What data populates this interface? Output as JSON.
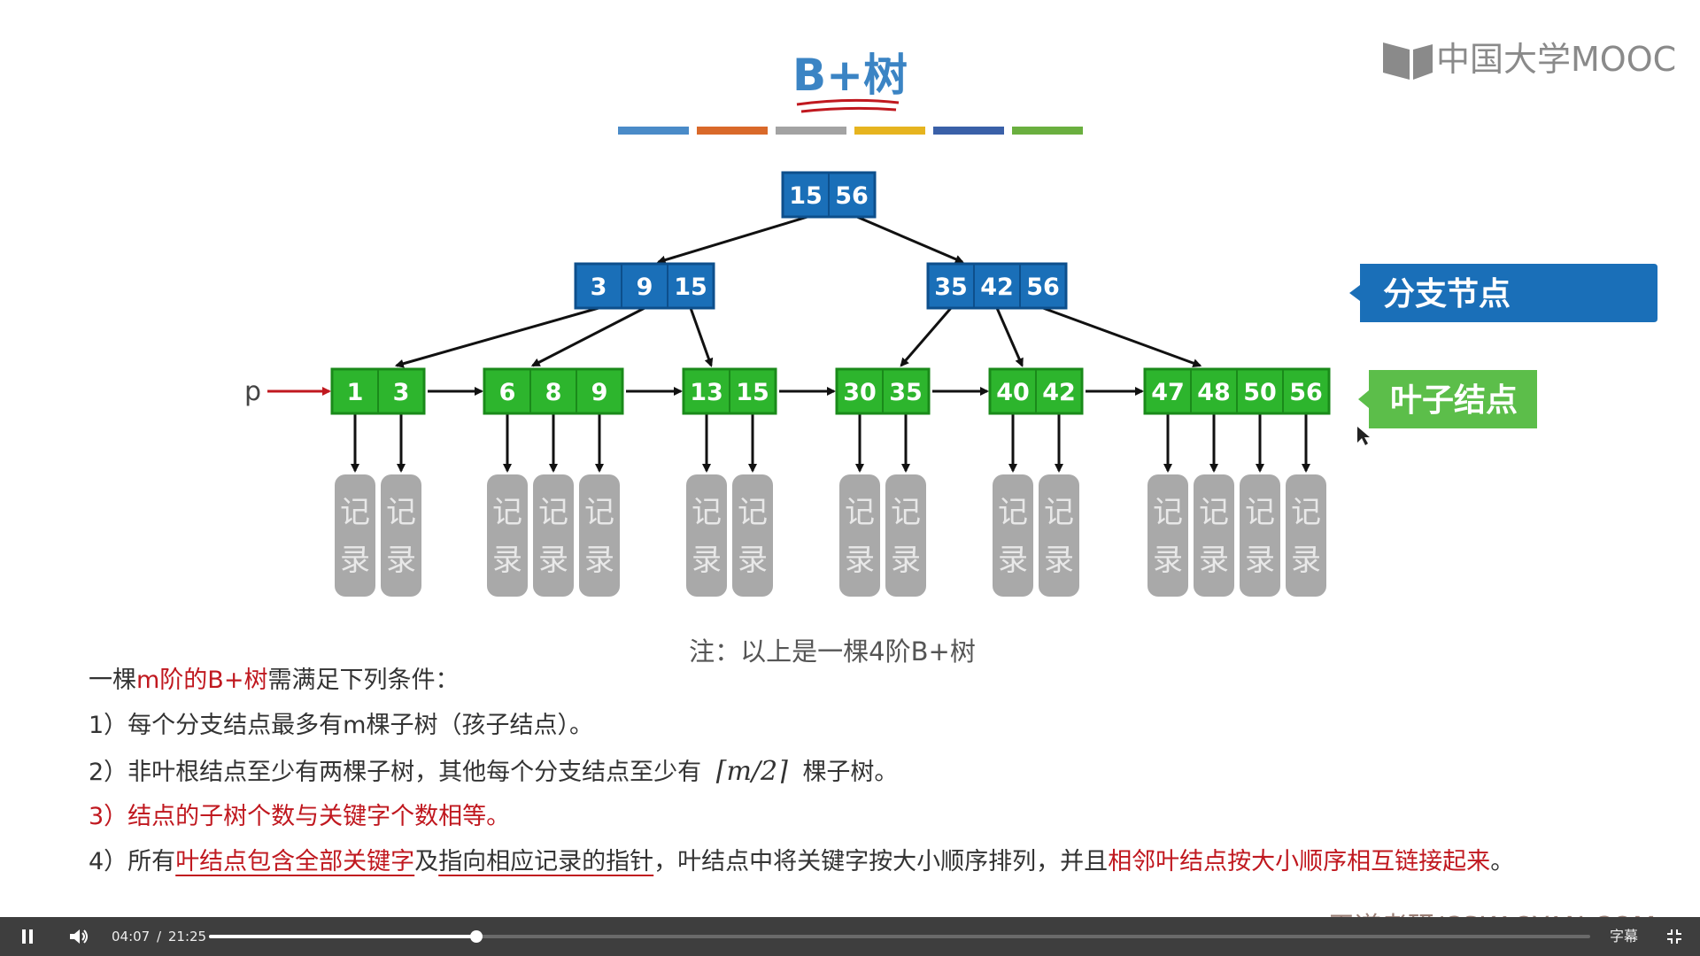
{
  "slide": {
    "title": "B+树",
    "logo_text": "中国大学MOOC",
    "color_bar": [
      "#4a8bc8",
      "#d9692a",
      "#a3a3a3",
      "#e6b41f",
      "#3a60a8",
      "#6aaf3f"
    ],
    "root": {
      "keys": [
        "15",
        "56"
      ]
    },
    "branches": [
      {
        "keys": [
          "3",
          "9",
          "15"
        ]
      },
      {
        "keys": [
          "35",
          "42",
          "56"
        ]
      }
    ],
    "leaves": [
      {
        "keys": [
          "1",
          "3"
        ]
      },
      {
        "keys": [
          "6",
          "8",
          "9"
        ]
      },
      {
        "keys": [
          "13",
          "15"
        ]
      },
      {
        "keys": [
          "30",
          "35"
        ]
      },
      {
        "keys": [
          "40",
          "42"
        ]
      },
      {
        "keys": [
          "47",
          "48",
          "50",
          "56"
        ]
      }
    ],
    "record_label": [
      "记",
      "录"
    ],
    "pointer_label": "p",
    "tags": {
      "branch": "分支节点",
      "leaf": "叶子结点"
    },
    "colors": {
      "branch": "#1a6fb8",
      "branch_border": "#0d4f8c",
      "leaf": "#2db52d",
      "leaf_border": "#1a8a1a",
      "record": "#a9a9a9",
      "arrow_p": "#c0181f"
    },
    "note": "注：以上是一棵4阶B+树",
    "conditions": {
      "intro": {
        "a": "一棵",
        "b": "m阶的B+树",
        "c": "需满足下列条件："
      },
      "c1": "1）每个分支结点最多有m棵子树（孩子结点）。",
      "c2": {
        "text": "2）非叶根结点至少有两棵子树，其他每个分支结点至少有",
        "formula": "⌈m/2⌉",
        "tail": "棵子树。"
      },
      "c3": "3）结点的子树个数与关键字个数相等。",
      "c4": {
        "p1": "4）所有",
        "p2": "叶结点包含全部关键字",
        "p3": "及",
        "p4": "指向相应记录的指针",
        "p5": "，叶结点中将关键字按大小顺序排列，并且",
        "p6": "相邻叶结点按大小顺序相互链接起来",
        "p7": "。"
      }
    },
    "watermark": "王道考研/CSKAOYAN.COM"
  },
  "player": {
    "current_time": "04:07",
    "separator": "/",
    "duration": "21:25",
    "progress": 0.1938,
    "subtitles_label": "字幕",
    "play_icon": "pause-icon",
    "volume_icon": "volume-icon",
    "fullscreen_icon": "exit-fullscreen-icon"
  }
}
